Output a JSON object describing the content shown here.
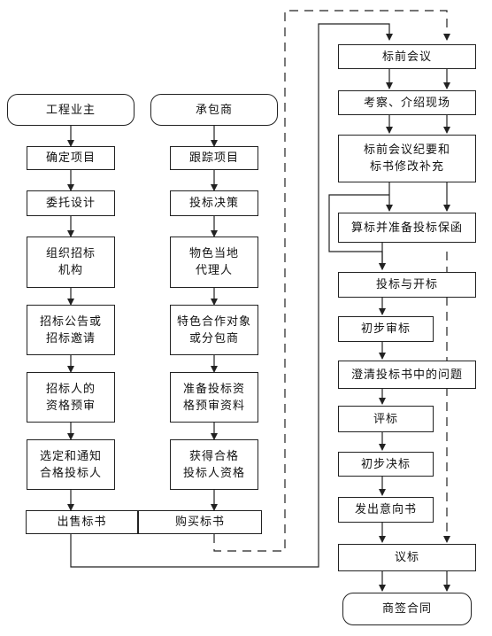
{
  "owner": {
    "title": "工程业主",
    "steps": [
      "确定项目",
      "委托设计",
      "组织招标\n机构",
      "招标公告或\n招标邀请",
      "招标人的\n资格预审",
      "选定和通知\n合格投标人"
    ],
    "sell": "出售标书"
  },
  "contractor": {
    "title": "承包商",
    "steps": [
      "跟踪项目",
      "投标决策",
      "物色当地\n代理人",
      "特色合作对象\n或分包商",
      "准备投标资\n格预审资料",
      "获得合格\n投标人资格"
    ],
    "buy": "购买标书"
  },
  "process": {
    "steps": [
      "标前会议",
      "考察、介绍现场",
      "标前会议纪要和\n标书修改补充",
      "算标并准备投标保函",
      "投标与开标",
      "初步审标",
      "澄清投标书中的问题",
      "评标",
      "初步决标",
      "发出意向书",
      "议标"
    ],
    "end": "商签合同"
  }
}
